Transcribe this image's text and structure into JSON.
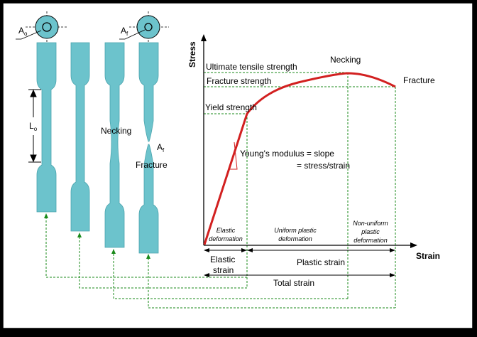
{
  "axes": {
    "y_label": "Stress",
    "x_label": "Strain"
  },
  "labels": {
    "uts": "Ultimate tensile strength",
    "fracture_strength": "Fracture strength",
    "yield_strength": "Yield strength",
    "necking_curve": "Necking",
    "fracture_curve": "Fracture",
    "youngs_line1": "Young's modulus = slope",
    "youngs_line2": "= stress/strain",
    "elastic_def_1": "Elastic",
    "elastic_def_2": "deformation",
    "uniform_1": "Uniform plastic",
    "uniform_2": "deformation",
    "nonuniform_1": "Non-uniform",
    "nonuniform_2": "plastic",
    "nonuniform_3": "deformation",
    "elastic_strain_1": "Elastic",
    "elastic_strain_2": "strain",
    "plastic_strain": "Plastic strain",
    "total_strain": "Total strain",
    "specimen_necking": "Necking",
    "specimen_fracture": "Fracture",
    "a0": "A",
    "a0_sub": "o",
    "af_top": "A",
    "af_top_sub": "f",
    "af_neck": "A",
    "af_neck_sub": "f",
    "l0": "L",
    "l0_sub": "o"
  },
  "colors": {
    "specimen": "#6cc3cc",
    "curve": "#d22020",
    "guide": "#1a8a1a",
    "background": "#ffffff",
    "border": "#000000"
  }
}
